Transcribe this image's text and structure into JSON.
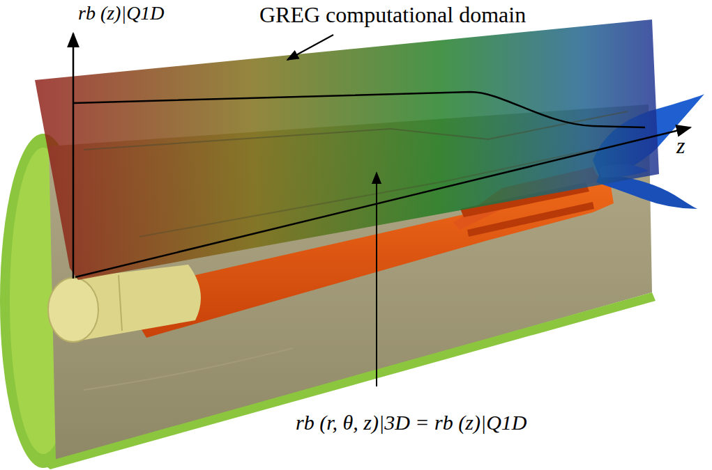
{
  "diagram": {
    "labels": [
      "GREG computational domain",
      "rb (z)|Q1D",
      "z",
      "rb (r, θ, z)|3D = rb (z)|Q1D"
    ]
  }
}
